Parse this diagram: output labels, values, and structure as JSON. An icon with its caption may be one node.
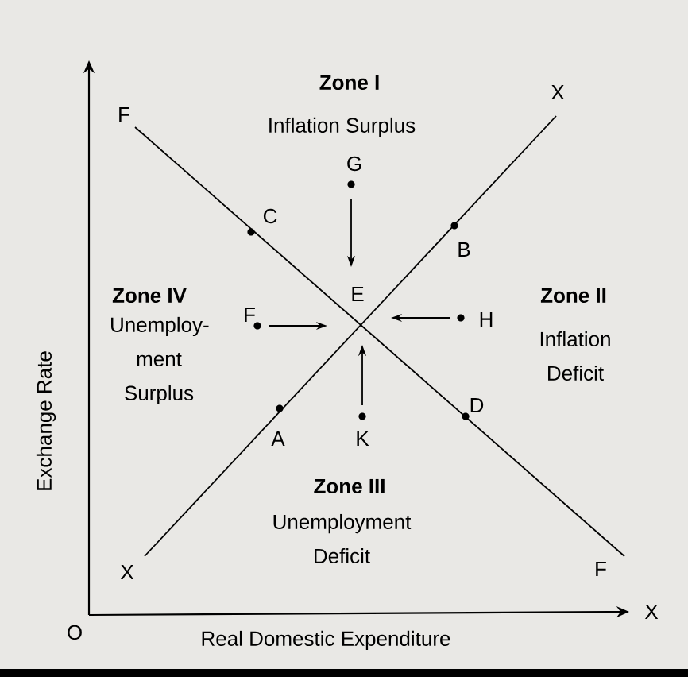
{
  "diagram": {
    "nodes": [
      {
        "text": [
          "G"
        ]
      },
      {
        "text": [
          "E"
        ]
      },
      {
        "text": [
          "F"
        ]
      },
      {
        "text": [
          "H"
        ]
      },
      {
        "text": [
          "K"
        ]
      }
    ],
    "edges": [
      {
        "from": 0,
        "to": 1,
        "arrow": "to"
      },
      {
        "from": 2,
        "to": 1,
        "arrow": "to"
      },
      {
        "from": 3,
        "to": 1,
        "arrow": "to"
      },
      {
        "from": 4,
        "to": 1,
        "arrow": "to"
      }
    ],
    "labels": [
      "Zone I",
      "F",
      "X",
      "Inflation Surplus",
      "C",
      "B",
      "Zone IV",
      "Zone II",
      "Unemploy-ment Surplus",
      "Inflation Deficit",
      "A",
      "D",
      "Zone III",
      "Unemployment Deficit",
      "X",
      "F",
      "X",
      "O",
      "Real Domestic Expenditure",
      "Exchange Rate"
    ]
  }
}
